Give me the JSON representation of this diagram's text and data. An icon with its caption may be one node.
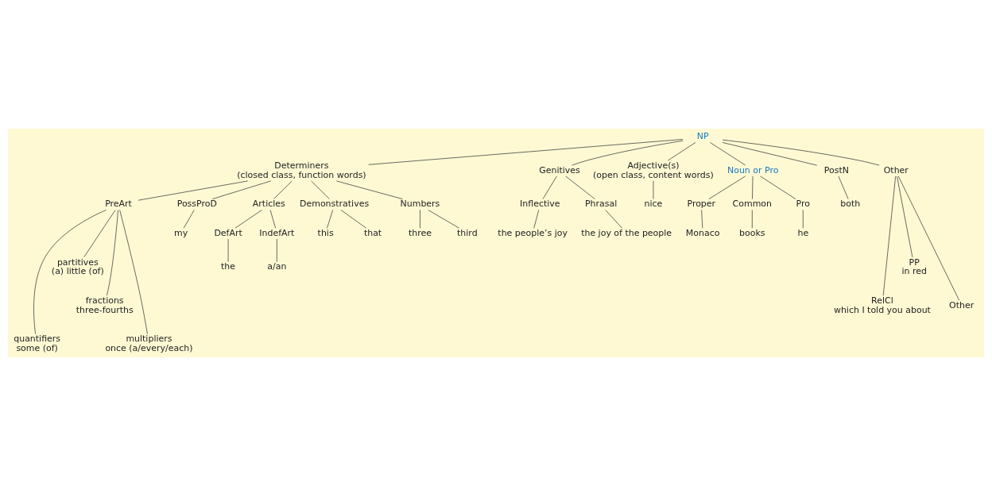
{
  "diagram": {
    "nodes": [
      {
        "text": [
          "NP"
        ]
      },
      {
        "text": [
          "Determiners",
          "(closed class, function words)"
        ]
      },
      {
        "text": [
          "Genitives"
        ]
      },
      {
        "text": [
          "Adjective(s)",
          "(open class, content words)"
        ]
      },
      {
        "text": [
          "Noun or Pro"
        ]
      },
      {
        "text": [
          "PostN"
        ]
      },
      {
        "text": [
          "Other"
        ]
      },
      {
        "text": [
          "PreArt"
        ]
      },
      {
        "text": [
          "PossProD"
        ]
      },
      {
        "text": [
          "Articles"
        ]
      },
      {
        "text": [
          "Demonstratives"
        ]
      },
      {
        "text": [
          "Numbers"
        ]
      },
      {
        "text": [
          "Inflective"
        ]
      },
      {
        "text": [
          "Phrasal"
        ]
      },
      {
        "text": [
          "nice"
        ]
      },
      {
        "text": [
          "Proper"
        ]
      },
      {
        "text": [
          "Common"
        ]
      },
      {
        "text": [
          "Pro"
        ]
      },
      {
        "text": [
          "both"
        ]
      },
      {
        "text": [
          "DefArt"
        ]
      },
      {
        "text": [
          "IndefArt"
        ]
      },
      {
        "text": [
          "my"
        ]
      },
      {
        "text": [
          "this"
        ]
      },
      {
        "text": [
          "that"
        ]
      },
      {
        "text": [
          "three"
        ]
      },
      {
        "text": [
          "third"
        ]
      },
      {
        "text": [
          "the people’s joy"
        ]
      },
      {
        "text": [
          "the joy of the people"
        ]
      },
      {
        "text": [
          "Monaco"
        ]
      },
      {
        "text": [
          "books"
        ]
      },
      {
        "text": [
          "he"
        ]
      },
      {
        "text": [
          "the"
        ]
      },
      {
        "text": [
          "a/an"
        ]
      },
      {
        "text": [
          "partitives",
          "(a) little (of)"
        ]
      },
      {
        "text": [
          "fractions",
          "three-fourths"
        ]
      },
      {
        "text": [
          "quantifiers",
          "some (of)"
        ]
      },
      {
        "text": [
          "multipliers",
          "once (a/every/each)"
        ]
      },
      {
        "text": [
          "PP",
          "in red"
        ]
      },
      {
        "text": [
          "RelCl",
          "which I told you about"
        ]
      },
      {
        "text": [
          "Other"
        ]
      }
    ],
    "edges": [
      {
        "from": 0,
        "to": 1,
        "arrow": "none"
      },
      {
        "from": 0,
        "to": 2,
        "arrow": "none"
      },
      {
        "from": 0,
        "to": 3,
        "arrow": "none"
      },
      {
        "from": 0,
        "to": 4,
        "arrow": "none"
      },
      {
        "from": 0,
        "to": 5,
        "arrow": "none"
      },
      {
        "from": 0,
        "to": 6,
        "arrow": "none"
      },
      {
        "from": 1,
        "to": 7,
        "arrow": "none"
      },
      {
        "from": 1,
        "to": 8,
        "arrow": "none"
      },
      {
        "from": 1,
        "to": 9,
        "arrow": "none"
      },
      {
        "from": 1,
        "to": 10,
        "arrow": "none"
      },
      {
        "from": 1,
        "to": 11,
        "arrow": "none"
      },
      {
        "from": 2,
        "to": 12,
        "arrow": "none"
      },
      {
        "from": 2,
        "to": 13,
        "arrow": "none"
      },
      {
        "from": 3,
        "to": 14,
        "arrow": "none"
      },
      {
        "from": 4,
        "to": 15,
        "arrow": "none"
      },
      {
        "from": 4,
        "to": 16,
        "arrow": "none"
      },
      {
        "from": 4,
        "to": 17,
        "arrow": "none"
      },
      {
        "from": 5,
        "to": 18,
        "arrow": "none"
      },
      {
        "from": 9,
        "to": 19,
        "arrow": "none"
      },
      {
        "from": 9,
        "to": 20,
        "arrow": "none"
      },
      {
        "from": 8,
        "to": 21,
        "arrow": "none"
      },
      {
        "from": 10,
        "to": 22,
        "arrow": "none"
      },
      {
        "from": 10,
        "to": 23,
        "arrow": "none"
      },
      {
        "from": 11,
        "to": 24,
        "arrow": "none"
      },
      {
        "from": 11,
        "to": 25,
        "arrow": "none"
      },
      {
        "from": 12,
        "to": 26,
        "arrow": "none"
      },
      {
        "from": 13,
        "to": 27,
        "arrow": "none"
      },
      {
        "from": 15,
        "to": 28,
        "arrow": "none"
      },
      {
        "from": 16,
        "to": 29,
        "arrow": "none"
      },
      {
        "from": 17,
        "to": 30,
        "arrow": "none"
      },
      {
        "from": 19,
        "to": 31,
        "arrow": "none"
      },
      {
        "from": 20,
        "to": 32,
        "arrow": "none"
      },
      {
        "from": 7,
        "to": 35,
        "arrow": "none"
      },
      {
        "from": 7,
        "to": 33,
        "arrow": "none"
      },
      {
        "from": 7,
        "to": 34,
        "arrow": "none"
      },
      {
        "from": 7,
        "to": 36,
        "arrow": "none"
      },
      {
        "from": 6,
        "to": 38,
        "arrow": "none"
      },
      {
        "from": 6,
        "to": 37,
        "arrow": "none"
      },
      {
        "from": 6,
        "to": 39,
        "arrow": "none"
      }
    ]
  }
}
